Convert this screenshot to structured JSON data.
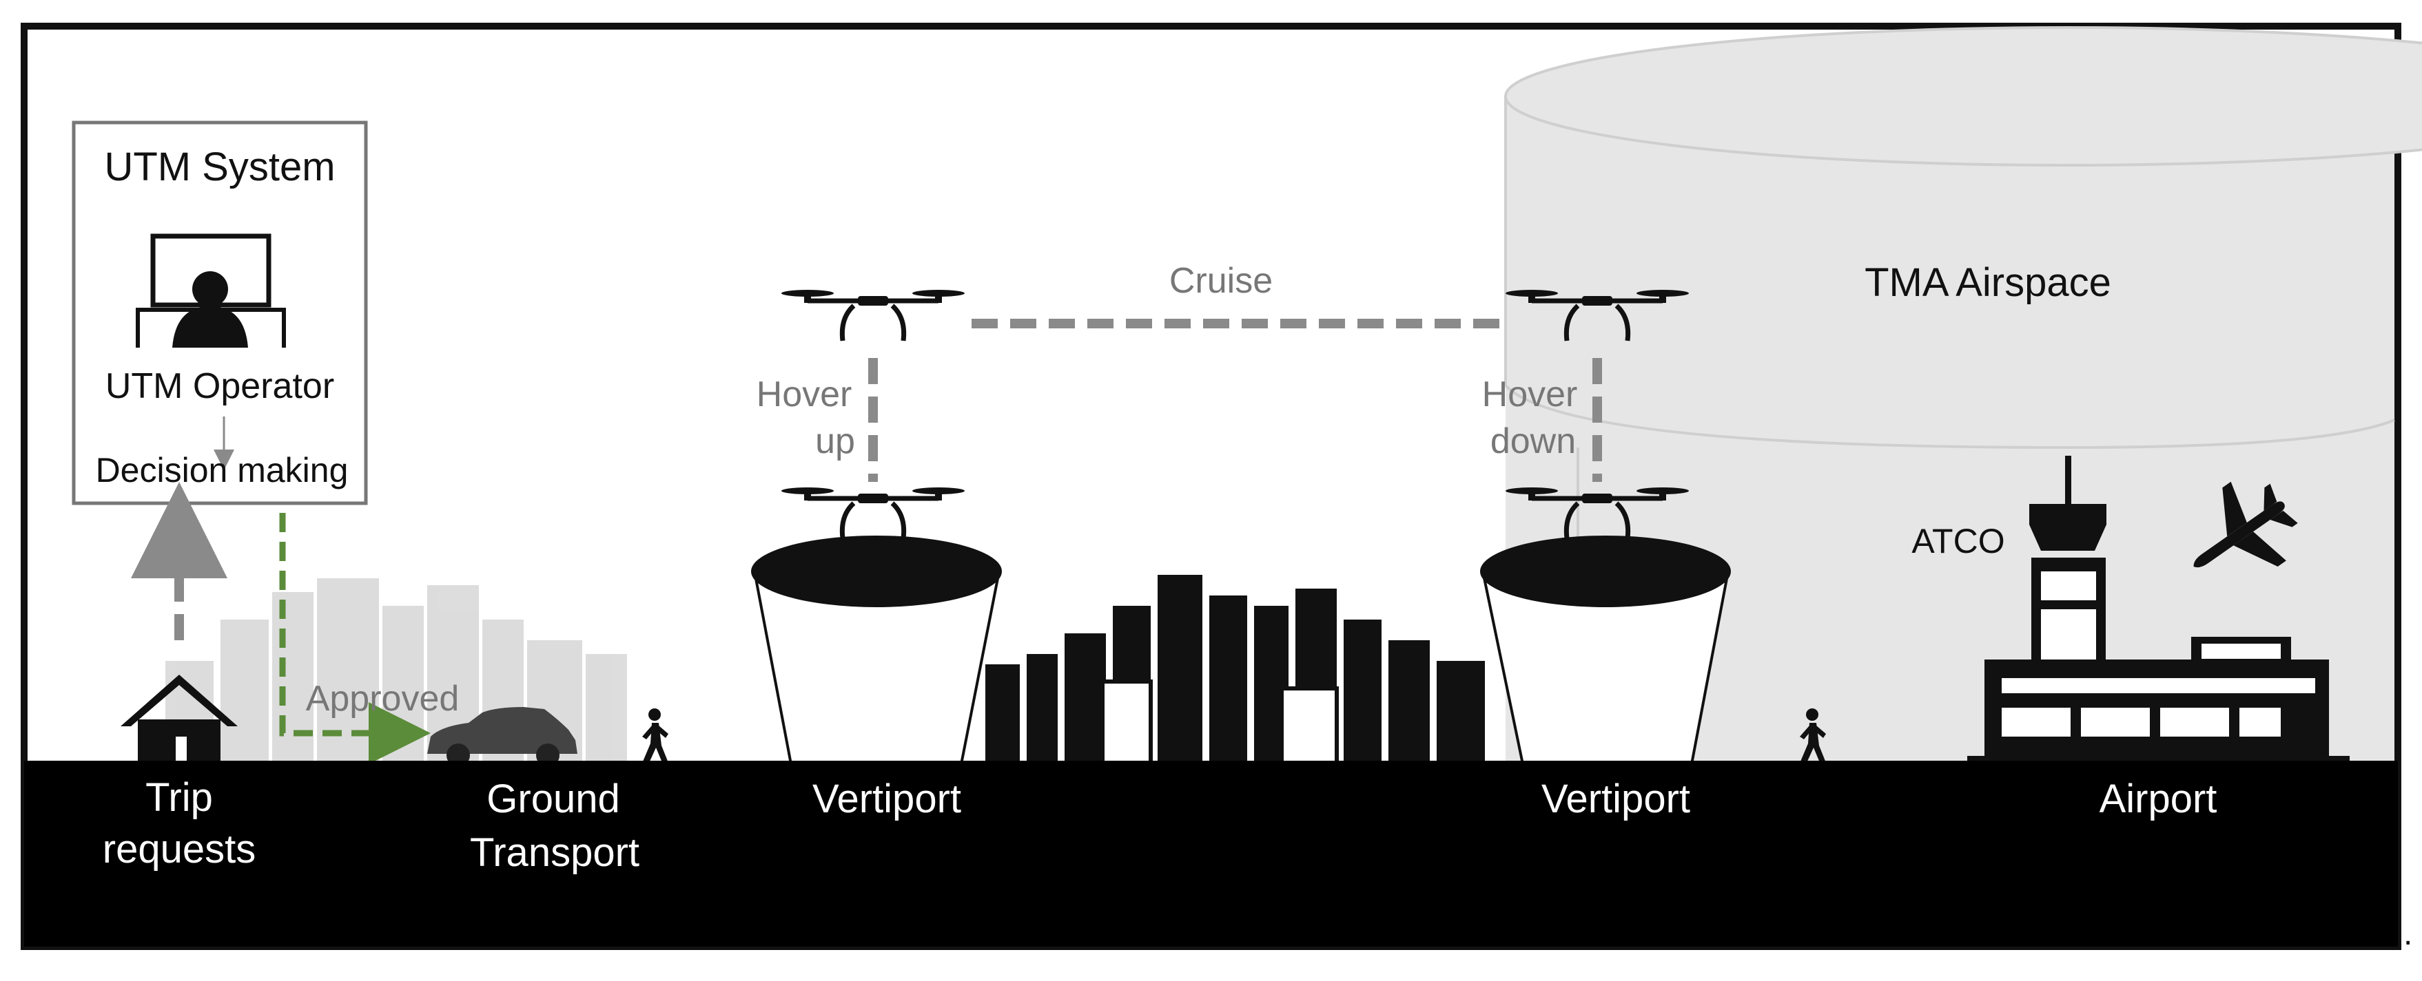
{
  "utm": {
    "system_title": "UTM System",
    "operator_label": "UTM Operator",
    "decision_label": "Decision making"
  },
  "flight": {
    "cruise": "Cruise",
    "hover_up": [
      "Hover",
      "up"
    ],
    "hover_down": [
      "Hover",
      "down"
    ]
  },
  "airspace": {
    "tma_label": "TMA Airspace",
    "atco_label": "ATCO"
  },
  "flow": {
    "approved_label": "Approved"
  },
  "ground_labels": {
    "trip": [
      "Trip",
      "requests"
    ],
    "ground_transport": [
      "Ground",
      "Transport"
    ],
    "vertiport_left": "Vertiport",
    "vertiport_right": "Vertiport",
    "airport": "Airport"
  },
  "trailing_mark": ".",
  "colors": {
    "approved_arrow": "#5b8c3a",
    "dashed_grey": "#8a8a8a",
    "tma_fill": "#e6e6e6",
    "ground": "#000000",
    "faded_city": "#d9d9d9"
  }
}
